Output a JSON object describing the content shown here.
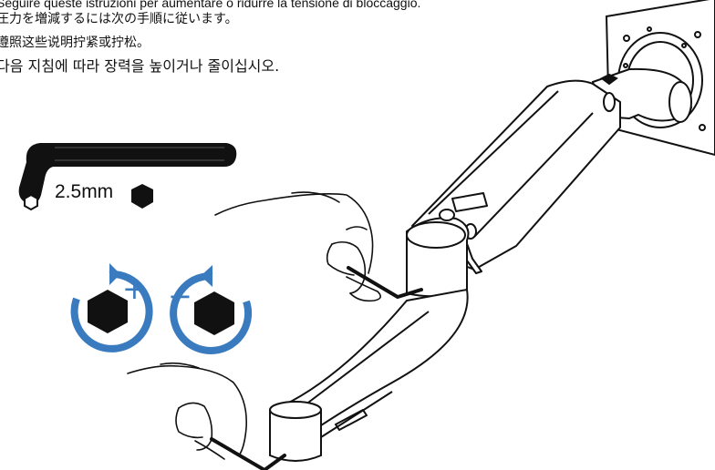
{
  "instructions": {
    "line_it": "Seguire queste istruzioni per aumentare o ridurre la tensione di bloccaggio.",
    "line_ja": "圧力を増減するには次の手順に従います。",
    "line_zh": "遵照这些说明拧紧或拧松。",
    "line_ko": "다음 지침에 따라 장력을 높이거나 줄이십시오."
  },
  "tool": {
    "size_label": "2.5mm"
  },
  "colors": {
    "accent": "#3a7bbf",
    "ink": "#111111"
  },
  "icons": [
    "hex-key-icon",
    "hex-bolt-icon",
    "tighten-clockwise-icon",
    "loosen-counterclockwise-icon"
  ],
  "signs": {
    "plus": "+",
    "minus": "−"
  }
}
